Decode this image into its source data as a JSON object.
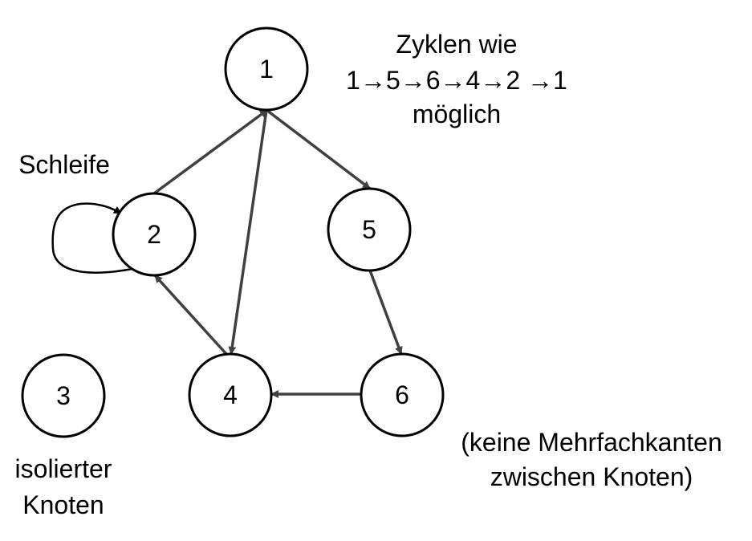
{
  "nodes": [
    {
      "id": "1",
      "label": "1"
    },
    {
      "id": "2",
      "label": "2"
    },
    {
      "id": "3",
      "label": "3"
    },
    {
      "id": "4",
      "label": "4"
    },
    {
      "id": "5",
      "label": "5"
    },
    {
      "id": "6",
      "label": "6"
    }
  ],
  "edges": [
    {
      "from": "2",
      "to": "1"
    },
    {
      "from": "1",
      "to": "4"
    },
    {
      "from": "1",
      "to": "5"
    },
    {
      "from": "5",
      "to": "6"
    },
    {
      "from": "6",
      "to": "4"
    },
    {
      "from": "4",
      "to": "2"
    },
    {
      "from": "2",
      "to": "2",
      "kind": "loop"
    }
  ],
  "annotations": {
    "cycle_line1": "Zyklen wie",
    "cycle_line2": "1→5→6→4→2 →1",
    "cycle_line3": "möglich",
    "loop_label": "Schleife",
    "isolated_line1": "isolierter",
    "isolated_line2": "Knoten",
    "multi_line1": "(keine Mehrfachkanten",
    "multi_line2": "zwischen Knoten)"
  },
  "colors": {
    "node_stroke": "#000000",
    "edge_stroke": "#404040",
    "text": "#000000",
    "background": "#ffffff"
  }
}
